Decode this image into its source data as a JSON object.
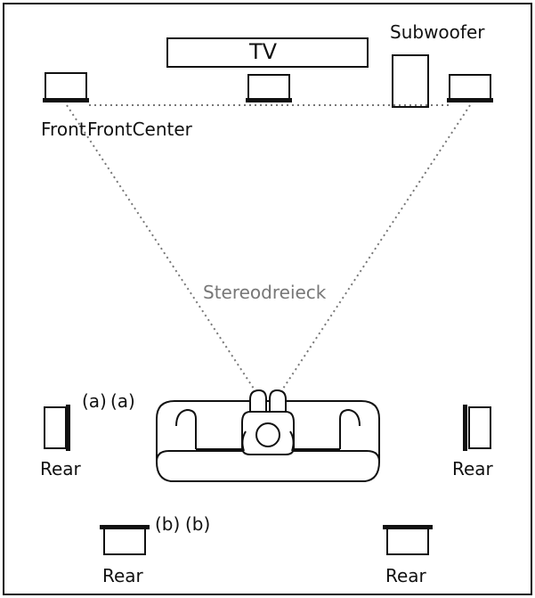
{
  "labels": {
    "tv": "TV",
    "subwoofer": "Subwoofer",
    "front": "Front",
    "front_center": "FrontCenter",
    "stereo_triangle": "Stereodreieck",
    "a1": "(a)",
    "a2": "(a)",
    "b1": "(b)",
    "b2": "(b)",
    "rear_left": "Rear",
    "rear_right": "Rear",
    "rear_bottom_left": "Rear",
    "rear_bottom_right": "Rear"
  },
  "colors": {
    "line": "#111111",
    "dotted": "#777777",
    "background": "#ffffff"
  }
}
